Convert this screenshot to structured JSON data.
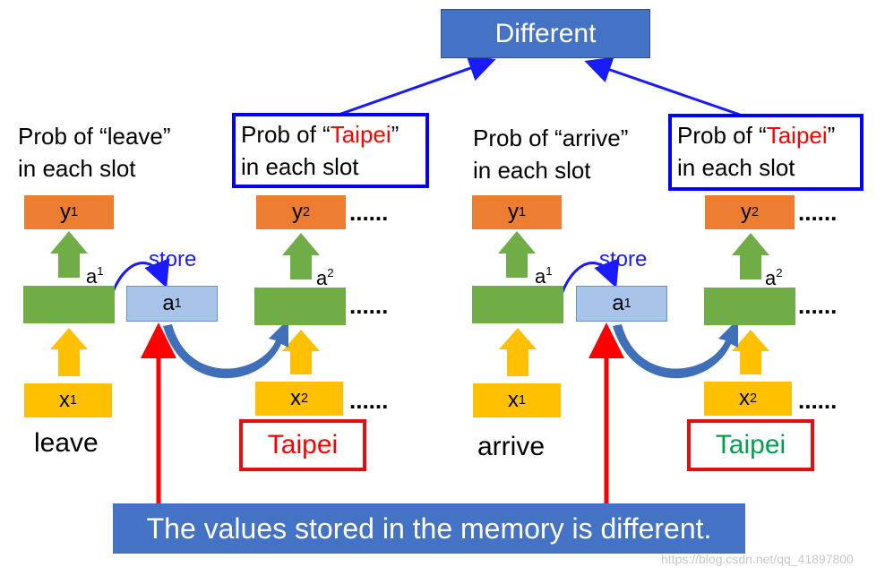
{
  "title": "Different",
  "colors": {
    "blue_box": "#4472c4",
    "y": "#ed7d31",
    "hidden": "#70ad47",
    "memory": "#a9c4eb",
    "x": "#ffc000",
    "red": "#ff0000",
    "green": "#00a050"
  },
  "left": {
    "prob1": {
      "line1": "Prob of “leave”",
      "line2": "in each slot"
    },
    "prob2": {
      "prefix": "Prob of “",
      "word": "Taipei",
      "suffix": "”",
      "line2": "in each slot"
    },
    "y1": {
      "base": "y",
      "sup": "1"
    },
    "y2": {
      "base": "y",
      "sup": "2"
    },
    "a1_label": {
      "base": "a",
      "sup": "1"
    },
    "a2_label": {
      "base": "a",
      "sup": "2"
    },
    "store": "store",
    "memory": {
      "base": "a",
      "sup": "1"
    },
    "x1": {
      "base": "x",
      "sup": "1"
    },
    "x2": {
      "base": "x",
      "sup": "2"
    },
    "word1": "leave",
    "word2": "Taipei",
    "dots": "......"
  },
  "right": {
    "prob1": {
      "line1": "Prob of “arrive”",
      "line2": "in each slot"
    },
    "prob2": {
      "prefix": "Prob of “",
      "word": "Taipei",
      "suffix": "”",
      "line2": "in each slot"
    },
    "y1": {
      "base": "y",
      "sup": "1"
    },
    "y2": {
      "base": "y",
      "sup": "2"
    },
    "a1_label": {
      "base": "a",
      "sup": "1"
    },
    "a2_label": {
      "base": "a",
      "sup": "2"
    },
    "store": "store",
    "memory": {
      "base": "a",
      "sup": "1"
    },
    "x1": {
      "base": "x",
      "sup": "1"
    },
    "x2": {
      "base": "x",
      "sup": "2"
    },
    "word1": "arrive",
    "word2": "Taipei",
    "dots": "......"
  },
  "bottom_caption": "The values stored in the memory is different.",
  "watermark": "https://blog.csdn.net/qq_41897800"
}
